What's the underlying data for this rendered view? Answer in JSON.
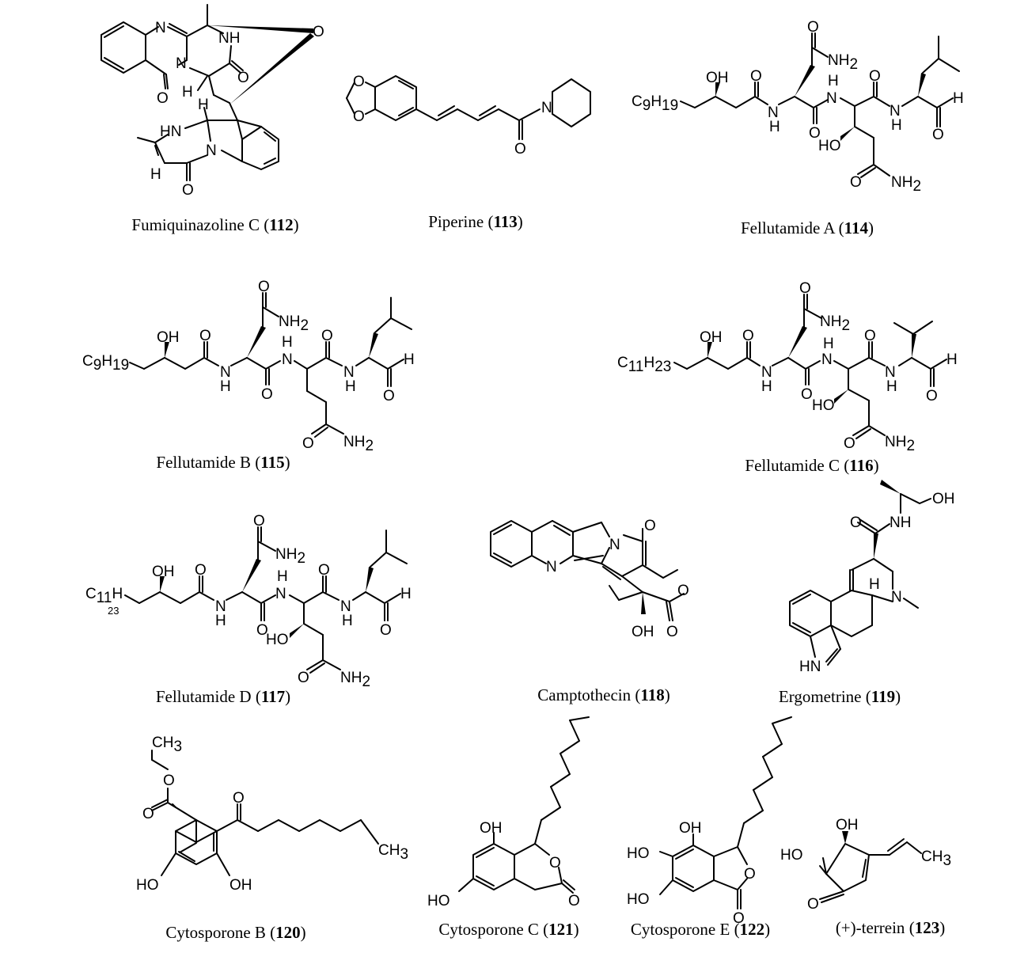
{
  "compounds": [
    {
      "name": "Fumiquinazoline C",
      "number": "112"
    },
    {
      "name": "Piperine",
      "number": "113"
    },
    {
      "name": "Fellutamide A",
      "number": "114"
    },
    {
      "name": "Fellutamide B",
      "number": "115"
    },
    {
      "name": "Fellutamide C",
      "number": "116"
    },
    {
      "name": "Fellutamide D",
      "number": "117"
    },
    {
      "name": "Camptothecin",
      "number": "118"
    },
    {
      "name": "Ergometrine",
      "number": "119"
    },
    {
      "name": "Cytosporone B",
      "number": "120"
    },
    {
      "name": "Cytosporone C",
      "number": "121"
    },
    {
      "name": "Cytosporone E",
      "number": "122"
    },
    {
      "name": "(+)-terrein",
      "number": "123"
    }
  ],
  "atom_labels": {
    "n": "N",
    "nh": "NH",
    "hn": "HN",
    "h": "H",
    "o": "O",
    "oh": "OH",
    "ho": "HO",
    "nh2": "NH",
    "sub2": "2",
    "ch3": "CH",
    "sub3": "3",
    "c": "C",
    "sub9": "9",
    "sub19": "19",
    "sub11": "11",
    "sub23": "23"
  }
}
